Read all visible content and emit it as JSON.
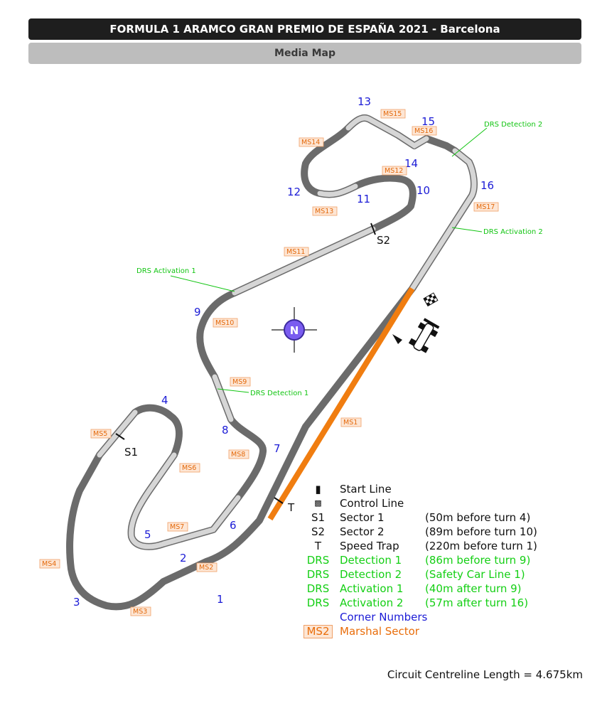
{
  "header": {
    "title": "FORMULA 1 ARAMCO GRAN PREMIO DE ESPAÑA 2021 - Barcelona",
    "subtitle": "Media Map"
  },
  "colors": {
    "track": "#6b6b6b",
    "track_light": "#d6d6d6",
    "speed_trap": "#f07d10",
    "corner_numbers": "#1b1bd6",
    "marshal": "#e46a0c",
    "drs": "#12c512"
  },
  "corners": [
    "1",
    "2",
    "3",
    "4",
    "5",
    "6",
    "7",
    "8",
    "9",
    "10",
    "11",
    "12",
    "13",
    "14",
    "15",
    "16"
  ],
  "marshal_sectors": [
    "MS1",
    "MS2",
    "MS3",
    "MS4",
    "MS5",
    "MS6",
    "MS7",
    "MS8",
    "MS9",
    "MS10",
    "MS11",
    "MS12",
    "MS13",
    "MS14",
    "MS15",
    "MS16",
    "MS17"
  ],
  "drs_labels": {
    "detection_1": "DRS Detection 1",
    "detection_2": "DRS Detection 2",
    "activation_1": "DRS Activation 1",
    "activation_2": "DRS Activation 2"
  },
  "sector_markers": {
    "s1": "S1",
    "s2": "S2",
    "t": "T"
  },
  "compass": "N",
  "legend": [
    {
      "symbol": "",
      "name": "Start Line",
      "note": "",
      "color": "black",
      "icon": "start-line-icon"
    },
    {
      "symbol": "",
      "name": "Control Line",
      "note": "",
      "color": "black",
      "icon": "checkered-flag-icon"
    },
    {
      "symbol": "S1",
      "name": "Sector 1",
      "note": "(50m before turn 4)",
      "color": "black"
    },
    {
      "symbol": "S2",
      "name": "Sector 2",
      "note": "(89m before turn 10)",
      "color": "black"
    },
    {
      "symbol": "T",
      "name": "Speed Trap",
      "note": "(220m before turn 1)",
      "color": "black"
    },
    {
      "symbol": "DRS",
      "name": "Detection 1",
      "note": "(86m before turn 9)",
      "color": "green"
    },
    {
      "symbol": "DRS",
      "name": "Detection 2",
      "note": "(Safety Car Line 1)",
      "color": "green"
    },
    {
      "symbol": "DRS",
      "name": "Activation 1",
      "note": "(40m after turn 9)",
      "color": "green"
    },
    {
      "symbol": "DRS",
      "name": "Activation 2",
      "note": "(57m after turn 16)",
      "color": "green"
    },
    {
      "symbol": "",
      "name": "Corner Numbers",
      "note": "",
      "color": "blue"
    },
    {
      "symbol": "MS2",
      "name": "Marshal Sector",
      "note": "",
      "color": "orange"
    }
  ],
  "footer": {
    "length": "Circuit Centreline Length = 4.675km"
  }
}
